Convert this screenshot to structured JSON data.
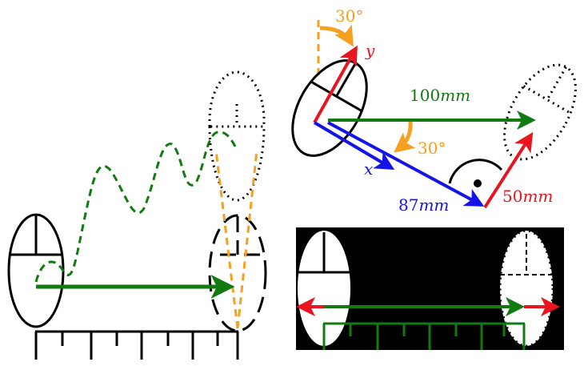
{
  "colors": {
    "green": "#117a11",
    "red": "#e8141e",
    "blue": "#1414e6",
    "orange": "#f5a01e",
    "black": "#000000"
  },
  "labels": {
    "angle_top_num": "30°",
    "y_axis": "y",
    "x_axis": "x",
    "distance_100": "100",
    "distance_87": "87",
    "distance_50": "50",
    "unit": "mm",
    "angle_mid_num": "30°"
  }
}
